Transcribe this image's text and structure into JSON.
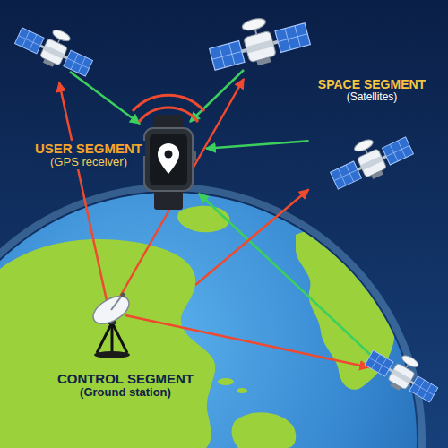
{
  "diagram": {
    "nodes": [
      {
        "text": [
          "SPACE SEGMENT",
          "(Satellites)"
        ]
      },
      {
        "text": [
          "USER SEGMENT",
          "(GPS receiver)"
        ]
      },
      {
        "text": [
          "CONTROL SEGMENT",
          "(Ground station)"
        ]
      }
    ],
    "edges": [
      {
        "from": 0,
        "to": 1,
        "arrow": "to"
      },
      {
        "from": 2,
        "to": 0,
        "arrow": "to"
      }
    ]
  }
}
